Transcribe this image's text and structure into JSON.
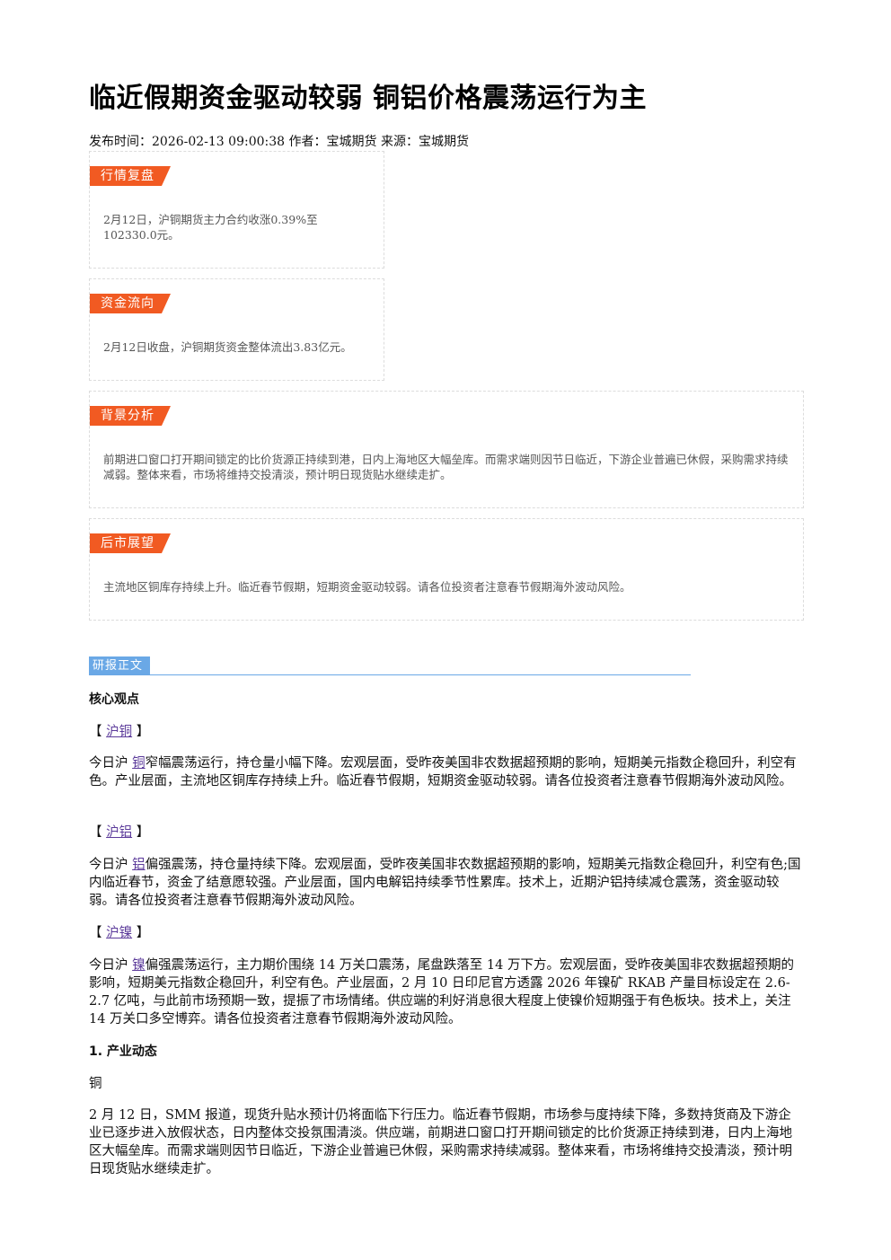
{
  "title": "临近假期资金驱动较弱 铜铝价格震荡运行为主",
  "meta": "发布时间：2026-02-13 09:00:38 作者：宝城期货 来源：宝城期货",
  "boxes": [
    {
      "tag": "行情复盘",
      "text": "2月12日，沪铜期货主力合约收涨0.39%至102330.0元。"
    },
    {
      "tag": "资金流向",
      "text": "2月12日收盘，沪铜期货资金整体流出3.83亿元。"
    },
    {
      "tag": "背景分析",
      "text": "前期进口窗口打开期间锁定的比价货源正持续到港，日内上海地区大幅垒库。而需求端则因节日临近，下游企业普遍已休假，采购需求持续减弱。整体来看，市场将维持交投清淡，预计明日现货贴水继续走扩。"
    },
    {
      "tag": "后市展望",
      "text": "主流地区铜库存持续上升。临近春节假期，短期资金驱动较弱。请各位投资者注意春节假期海外波动风险。"
    }
  ],
  "report": {
    "tag": "研报正文",
    "core_heading": "核心观点",
    "bracket_open": "【",
    "bracket_close": "】",
    "copper": {
      "label": "沪铜",
      "prefix": "今日沪",
      "link": "铜",
      "text": "窄幅震荡运行，持仓量小幅下降。宏观层面，受昨夜美国非农数据超预期的影响，短期美元指数企稳回升，利空有色。产业层面，主流地区铜库存持续上升。临近春节假期，短期资金驱动较弱。请各位投资者注意春节假期海外波动风险。"
    },
    "aluminum": {
      "label": "沪铝",
      "prefix": "今日沪",
      "link": "铝",
      "text": "偏强震荡，持仓量持续下降。宏观层面，受昨夜美国非农数据超预期的影响，短期美元指数企稳回升，利空有色;国内临近春节，资金了结意愿较强。产业层面，国内电解铝持续季节性累库。技术上，近期沪铝持续减仓震荡，资金驱动较弱。请各位投资者注意春节假期海外波动风险。"
    },
    "nickel": {
      "label": "沪镍",
      "prefix": "今日沪",
      "link": "镍",
      "text": "偏强震荡运行，主力期价围绕 14 万关口震荡，尾盘跌落至 14 万下方。宏观层面，受昨夜美国非农数据超预期的影响，短期美元指数企稳回升，利空有色。产业层面，2 月 10 日印尼官方透露 2026 年镍矿 RKAB 产量目标设定在 2.6-2.7 亿吨，与此前市场预期一致，提振了市场情绪。供应端的利好消息很大程度上使镍价短期强于有色板块。技术上，关注 14 万关口多空博弈。请各位投资者注意春节假期海外波动风险。"
    },
    "industry_heading": "1. 产业动态",
    "copper_sub": "铜",
    "industry_text": "2 月 12 日，SMM 报道，现货升贴水预计仍将面临下行压力。临近春节假期，市场参与度持续下降，多数持货商及下游企业已逐步进入放假状态，日内整体交投氛围清淡。供应端，前期进口窗口打开期间锁定的比价货源正持续到港，日内上海地区大幅垒库。而需求端则因节日临近，下游企业普遍已休假，采购需求持续减弱。整体来看，市场将维持交投清淡，预计明日现货贴水继续走扩。"
  },
  "colors": {
    "tag_orange": "#f15a22",
    "tag_blue": "#6aa8e6",
    "link": "#5b3a9a"
  }
}
